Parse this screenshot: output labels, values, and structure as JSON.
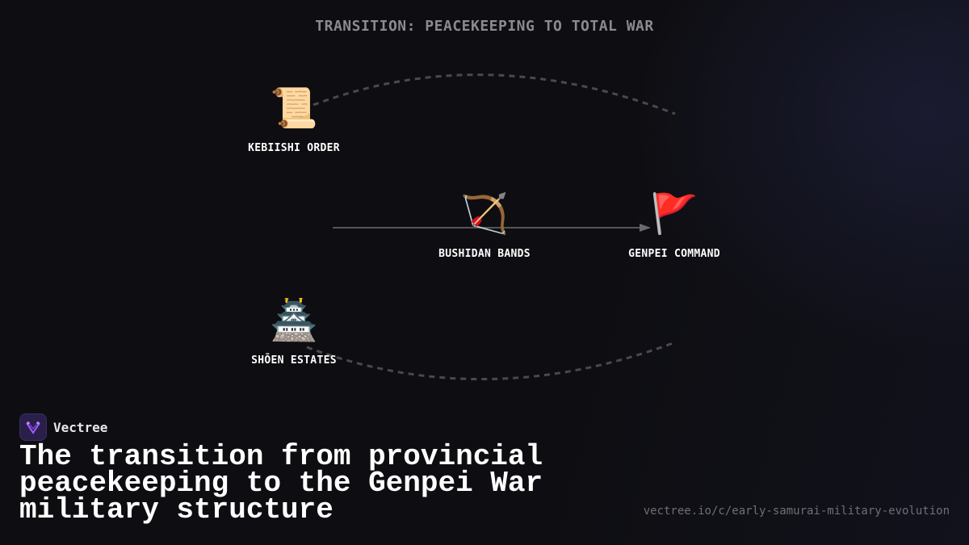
{
  "diagram": {
    "title": "TRANSITION: PEACEKEEPING TO TOTAL WAR",
    "nodes": [
      {
        "id": "kebiishi",
        "label": "KEBIISHI ORDER",
        "icon": "scroll-icon",
        "glyph": "📜"
      },
      {
        "id": "bushidan",
        "label": "BUSHIDAN BANDS",
        "icon": "bow-and-arrow-icon",
        "glyph": "🏹"
      },
      {
        "id": "genpei",
        "label": "GENPEI COMMAND",
        "icon": "red-flag-icon",
        "glyph": "🚩"
      },
      {
        "id": "shoen",
        "label": "SHŌEN ESTATES",
        "icon": "castle-icon",
        "glyph": "🏯"
      }
    ],
    "edges": [
      {
        "from": "kebiishi",
        "to": "genpei",
        "style": "dashed-arc"
      },
      {
        "from": "shoen",
        "to": "genpei",
        "style": "dashed-arc"
      },
      {
        "from": "bushidan",
        "to": "genpei",
        "style": "solid-arrow"
      }
    ]
  },
  "brand": {
    "name": "Vectree",
    "logo": "vectree-logo-icon"
  },
  "headline": "The transition from provincial peacekeeping to the Genpei War military structure",
  "url": "vectree.io/c/early-samurai-military-evolution",
  "colors": {
    "background": "#0e0e12",
    "title": "#8a8a8f",
    "connector": "#555555",
    "brand_tile": "#2a1f4a",
    "brand_accent": "#a45cff"
  }
}
